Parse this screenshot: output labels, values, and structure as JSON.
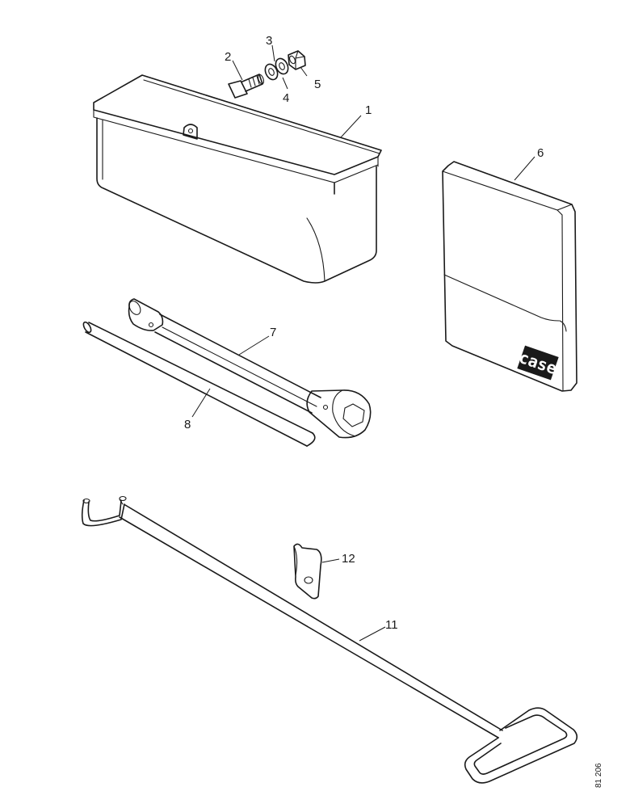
{
  "callouts": {
    "tool_box": "1",
    "bolt": "2",
    "washer_3": "3",
    "washer_4": "4",
    "nut": "5",
    "manual": "6",
    "wheel_wrench": "7",
    "tommy_bar": "8",
    "crank_handle": "11",
    "clip": "12"
  },
  "manual_logo": "case",
  "drawing_code": "81 206",
  "colors": {
    "line": "#1a1a1a",
    "background": "#ffffff"
  }
}
